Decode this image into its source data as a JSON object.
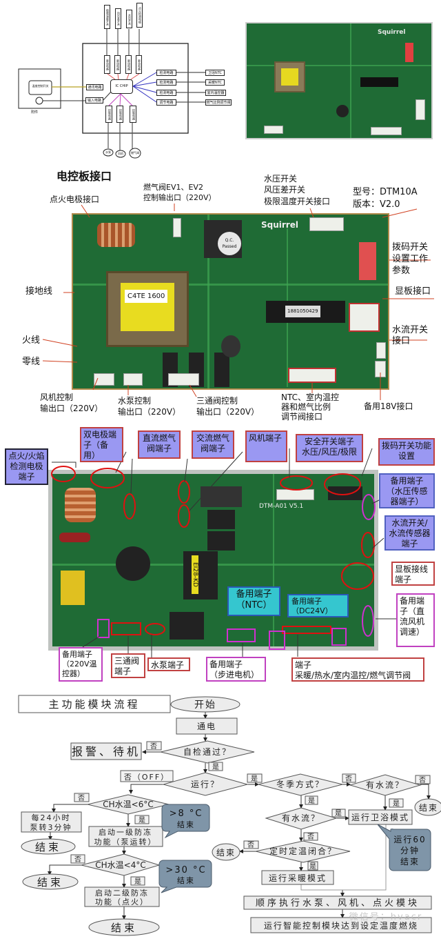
{
  "block_diagram": {
    "chip": "IC CHIP",
    "top_sensors": [
      "极限温度开关",
      "风压差开关",
      "水压开关",
      "点火检测电极"
    ],
    "drive_circuits": [
      "驱动电路",
      "驱动电路",
      "驱动电路",
      "驱动电路"
    ],
    "right_circuits": [
      "检测电路",
      "检测电路",
      "检测电路",
      "调节电路"
    ],
    "right_devices": [
      "卫浴NTC",
      "采暖NTC",
      "室内温控器",
      "燃气比例调节阀"
    ],
    "comm_circuit": "通讯电路",
    "input_circuit": "输入电路",
    "control_circuits": [
      "控制电路",
      "控制电路",
      "控制电路"
    ],
    "actuators": [
      "水泵",
      "风机",
      "燃气阀"
    ],
    "panel_chip": "温度控制开关",
    "panel_caption": "附件"
  },
  "board_photo": {
    "brand": "Squirrel"
  },
  "board2": {
    "title": "电控板接口",
    "brand": "Squirrel",
    "transformer_label": "C4TE 1600",
    "chip_label": "1881050429",
    "qc_label": "Q.C. Passed",
    "labels": {
      "ignition": "点火电极接口",
      "gas_valve": [
        "燃气阀EV1、EV2",
        "控制输出口（220V）"
      ],
      "switches": [
        "水压开关",
        "风压差开关",
        "极限温度开关接口"
      ],
      "model": [
        "型号：DTM10A",
        "版本：V2.0"
      ],
      "dip": [
        "拨码开关",
        "设置工作",
        "参数"
      ],
      "display": "显板接口",
      "ground": "接地线",
      "water_flow": [
        "水流开关",
        "接口"
      ],
      "live": "火线",
      "neutral": "零线",
      "fan": [
        "风机控制",
        "输出口（220V）"
      ],
      "pump": [
        "水泵控制",
        "输出口（220V）"
      ],
      "three_way": [
        "三通阀控制",
        "输出口（220V）"
      ],
      "ntc": [
        "NTC、室内温控",
        "器和燃气比例",
        "调节阀接口"
      ],
      "spare18v": "备用18V接口"
    }
  },
  "board3": {
    "model_print": "DTM-A01 V5.1",
    "transformer_label": "EI28-KD",
    "labels": {
      "ignition": "点火/火焰检测电极端子",
      "dual_electrode": "双电极端子（备用）",
      "dc_valve": "直流燃气阀端子",
      "ac_valve": "交流燃气阀端子",
      "fan": "风机端子",
      "safety": [
        "安全开关端子",
        "水压/风压/极限"
      ],
      "dip": "拨码开关功能设置",
      "spare_pressure": "备用端子（水压传感器端子）",
      "water_flow": "水流开关/水流传感器端子",
      "display": "显板接线端子",
      "spare_dcfan": "备用端子（直流风机调速）",
      "spare_ntc": [
        "备用端子",
        "（NTC）"
      ],
      "spare_dc24": [
        "备用端子",
        "（DC24V）"
      ],
      "spare_220": "备用端子（220V温控器）",
      "three_way": "三通阀端子",
      "pump": "水泵端子",
      "stepper": [
        "备用端子",
        "（步进电机）"
      ],
      "terminal": [
        "端子",
        "采暖/热水/室内温控/燃气调节阀"
      ]
    }
  },
  "flowchart": {
    "title": "主功能模块流程",
    "start": "开始",
    "power_on": "通电",
    "self_check": "自检通过？",
    "alarm": "报警、待机",
    "running": "运行？",
    "off_label": "否（OFF）",
    "winter": "冬季方式？",
    "water_flow": "有水流？",
    "bath_mode": "运行卫浴模式",
    "bath_callout": [
      "运行60",
      "分钟",
      "结束"
    ],
    "timer": "定时定温闭合？",
    "heating_mode": "运行采暖模式",
    "sequence": "顺序执行水泵、风机、点火模块",
    "smart": "运行智能控制模块达到设定温度燃烧",
    "ch6": "CH水温<6°C",
    "ch4": "CH水温<4°C",
    "pump24": [
      "每24小时",
      "泵转3分钟"
    ],
    "antifreeze1": [
      "启动一级防冻",
      "功能（泵运转）"
    ],
    "antifreeze2": [
      "启动二级防冻",
      "功能（点火）"
    ],
    "callout8": [
      ">8 °C",
      "结束"
    ],
    "callout30": [
      ">30 °C",
      "结束"
    ],
    "end": "结束",
    "yes": "是",
    "no": "否",
    "watermark": "微信号：hvacr"
  }
}
